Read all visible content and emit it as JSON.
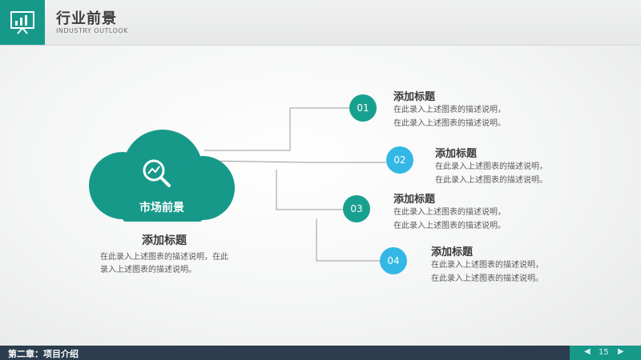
{
  "header": {
    "title": "行业前景",
    "subtitle": "INDUSTRY OUTLOOK"
  },
  "center": {
    "cloud_label": "市场前景",
    "title": "添加标题",
    "description": "在此录入上述图表的描述说明，在此录入上述图表的描述说明。"
  },
  "items": [
    {
      "number": "01",
      "title": "添加标题",
      "line1": "在此录入上述图表的描述说明，",
      "line2": "在此录入上述图表的描述说明。",
      "color": "#18a08e"
    },
    {
      "number": "02",
      "title": "添加标题",
      "line1": "在此录入上述图表的描述说明，",
      "line2": "在此录入上述图表的描述说明。",
      "color": "#33b7e4"
    },
    {
      "number": "03",
      "title": "添加标题",
      "line1": "在此录入上述图表的描述说明，",
      "line2": "在此录入上述图表的描述说明。",
      "color": "#18a08e"
    },
    {
      "number": "04",
      "title": "添加标题",
      "line1": "在此录入上述图表的描述说明，",
      "line2": "在此录入上述图表的描述说明。",
      "color": "#33b7e4"
    }
  ],
  "footer": {
    "chapter": "第二章：项目介绍",
    "page": "15",
    "prev_icon": "triangle-left-icon",
    "next_icon": "triangle-right-icon"
  },
  "icons": {
    "header_logo": "presentation-chart-icon",
    "cloud_icon": "magnifier-trend-icon"
  },
  "colors": {
    "teal": "#17998a",
    "blue": "#33b7e4",
    "footer": "#2b3d4e"
  }
}
